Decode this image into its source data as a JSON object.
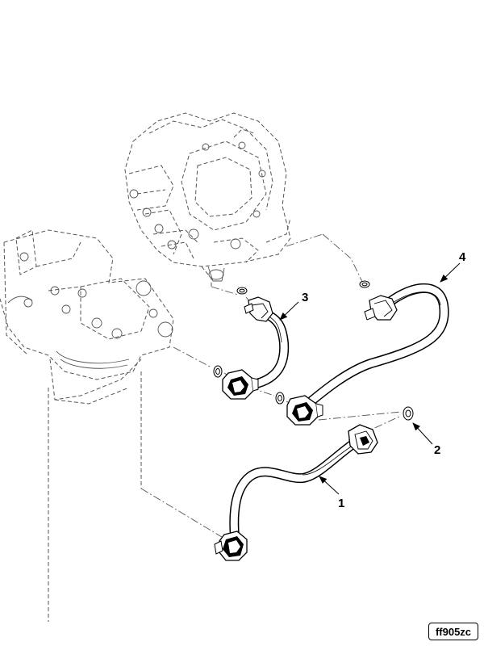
{
  "callouts": [
    {
      "id": "1",
      "label": "1"
    },
    {
      "id": "2",
      "label": "2"
    },
    {
      "id": "3",
      "label": "3"
    },
    {
      "id": "4",
      "label": "4"
    }
  ],
  "figure_id": "ff905zc",
  "colors": {
    "line": "#000000",
    "phantom": "#555555",
    "background": "#ffffff"
  }
}
